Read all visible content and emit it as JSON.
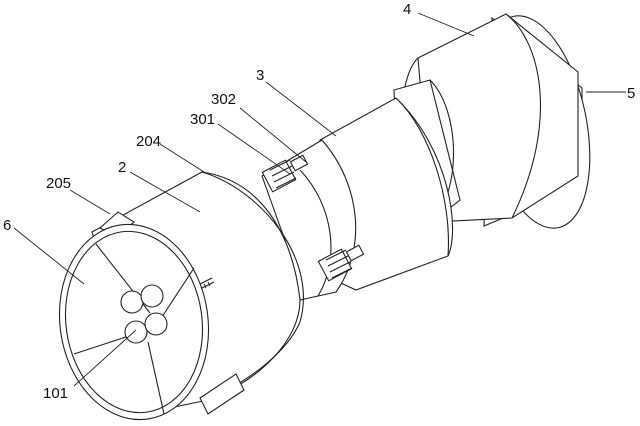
{
  "labels": {
    "part_4": "4",
    "part_5": "5",
    "part_3": "3",
    "part_302": "302",
    "part_301": "301",
    "part_204": "204",
    "part_2": "2",
    "part_205": "205",
    "part_6": "6",
    "part_101": "101"
  }
}
